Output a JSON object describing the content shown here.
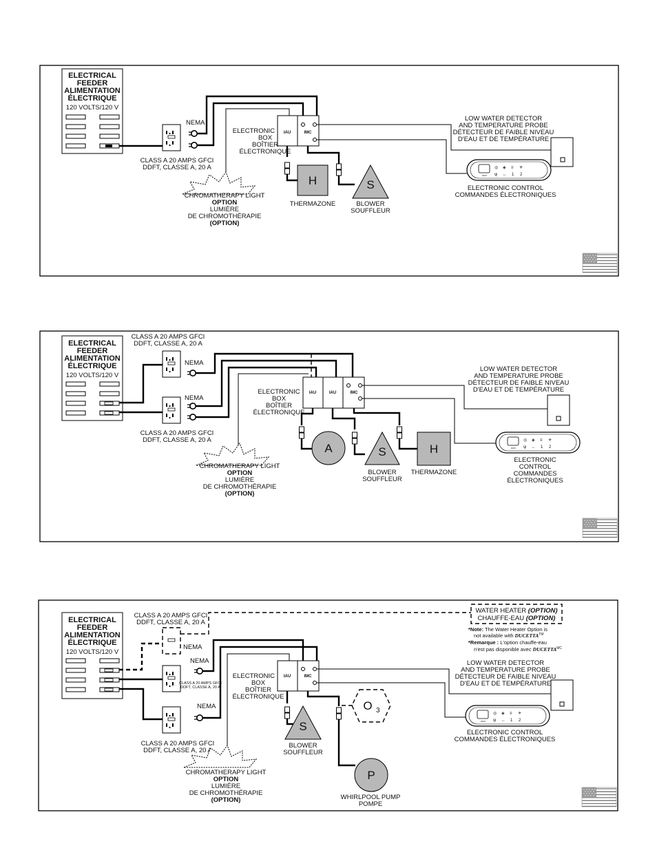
{
  "feeder": {
    "line1": "ELECTRICAL",
    "line2": "FEEDER",
    "line3": "ALIMENTATION",
    "line4": "ÉLECTRIQUE",
    "line5": "120 VOLTS/120 V"
  },
  "gfci": {
    "line1": "CLASS A 20 AMPS GFCI",
    "line2": "DDFT, CLASSE A, 20 A"
  },
  "gfci_small": {
    "line1": "CLASS A 20 AMPS GFCI",
    "line2": "DDFT, CLASSE A, 20 A"
  },
  "nema": "NEMA",
  "ebox": {
    "line1": "ELECTRONIC",
    "line2": "BOX",
    "line3": "BOÎTIER",
    "line4": "ÉLECTRONIQUE"
  },
  "iau": "IAU",
  "imc": "IMC",
  "lwd": {
    "line1": "LOW WATER DETECTOR",
    "line2": "AND TEMPERATURE PROBE",
    "line3": "DÉTECTEUR DE FAIBLE NIVEAU",
    "line4": "D'EAU ET DE TEMPÉRATURE"
  },
  "control": {
    "en": "ELECTRONIC  CONTROL",
    "fr": "COMMANDES ÉLECTRONIQUES",
    "l1": "ELECTRONIC",
    "l2": "CONTROL",
    "l3": "COMMANDES",
    "l4": "ÉLECTRONIQUES"
  },
  "chroma": {
    "line1": "CHROMATHERAPY LIGHT",
    "line2": "OPTION",
    "line3": "LUMIÈRE",
    "line4": "DE CHROMOTHÉRAPIE",
    "line5": "(OPTION)"
  },
  "thermazone": "THERMAZONE",
  "blower": {
    "line1": "BLOWER",
    "line2": "SOUFFLEUR"
  },
  "pump": {
    "line1": "WHIRLPOOL PUMP",
    "line2": "POMPE"
  },
  "symbols": {
    "heater": "H",
    "blower": "S",
    "air": "A",
    "pump": "P",
    "ozone": "O",
    "ozone_sub": "3"
  },
  "water_heater": {
    "title_en": "WATER HEATER ",
    "title_en_opt": "(OPTION)",
    "title_fr": "CHAUFFE-EAU ",
    "title_fr_opt": "(OPTION)",
    "note_label": "*Note:",
    "note_text": " The Water Heater Option is",
    "note_line2": "not available with ",
    "note_brand": "DUCETTA",
    "note_tm": "TM",
    "remarque_label": "*Remarque :",
    "remarque_text": " L'option chauffe-eau",
    "remarque_line2": "n'est pas disponible avec ",
    "remarque_brand": "DUCETTA",
    "remarque_mc": "MC"
  }
}
